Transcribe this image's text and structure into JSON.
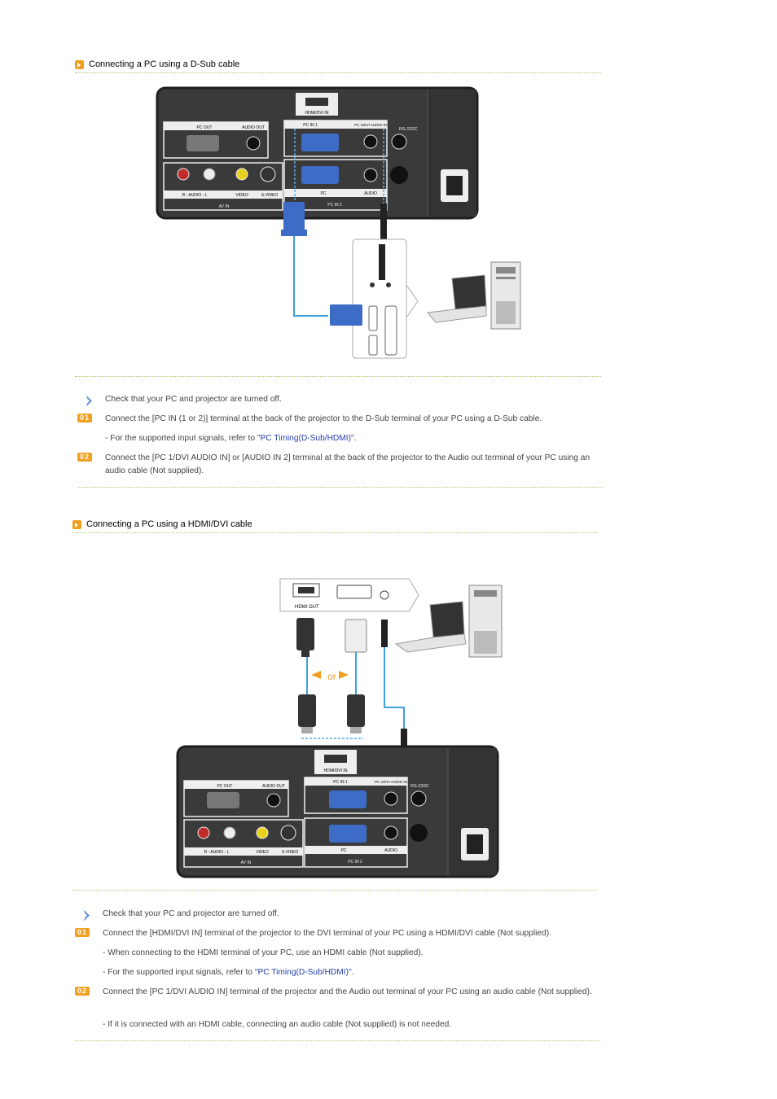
{
  "section1": {
    "title": "Connecting a PC using a D-Sub cable",
    "check": "Check that your PC and projector are turned off.",
    "step1_badge": "01",
    "step1": "Connect the [PC IN (1 or 2)] terminal at the back of the projector to the D-Sub terminal of your PC using a D-Sub cable.",
    "step1_note_prefix": "- For the supported input signals, refer to ",
    "step1_note_link": "\"PC Timing(D-Sub/HDMI)\"",
    "step1_note_suffix": ".",
    "step2_badge": "02",
    "step2": "Connect the [PC 1/DVI AUDIO IN] or [AUDIO IN 2] terminal at the back of the projector to the Audio out terminal of your PC using an audio cable (Not supplied)."
  },
  "section2": {
    "title": "Connecting a PC using a HDMI/DVI cable",
    "check": "Check that your PC and projector are turned off.",
    "step1_badge": "01",
    "step1": "Connect the [HDMI/DVI IN] terminal of the projector to the DVI terminal of your PC using a HDMI/DVI cable (Not supplied).",
    "step1_note1": "- When connecting to the HDMI terminal of your PC, use an HDMI cable (Not supplied).",
    "step1_note2_prefix": "- For the supported input signals, refer to ",
    "step1_note2_link": "\"PC Timing(D-Sub/HDMI)\"",
    "step1_note2_suffix": ".",
    "step2_badge": "02",
    "step2": "Connect the [PC 1/DVI AUDIO IN] terminal of the projector and the Audio out terminal of your PC using an audio cable (Not supplied).",
    "step2_note": "- If it is connected with an HDMI cable, connecting an audio cable (Not supplied) is not needed."
  },
  "panel_labels": {
    "hdmi_dvi_in": "HDMI/DVI IN",
    "pc_out": "PC OUT",
    "audio_out": "AUDIO OUT",
    "pc_in_1": "PC IN 1",
    "pc1_dvi_audio_in": "PC 1/DVI AUDIO IN",
    "rs232c": "RS-232C",
    "audio_lr": "R - AUDIO - L",
    "video": "VIDEO",
    "s_video": "S-VIDEO",
    "pc": "PC",
    "audio": "AUDIO",
    "av_in": "AV IN",
    "pc_in_2": "PC IN 2"
  },
  "diagram2_labels": {
    "hdmi_out": "HDMI OUT",
    "or": "or"
  }
}
